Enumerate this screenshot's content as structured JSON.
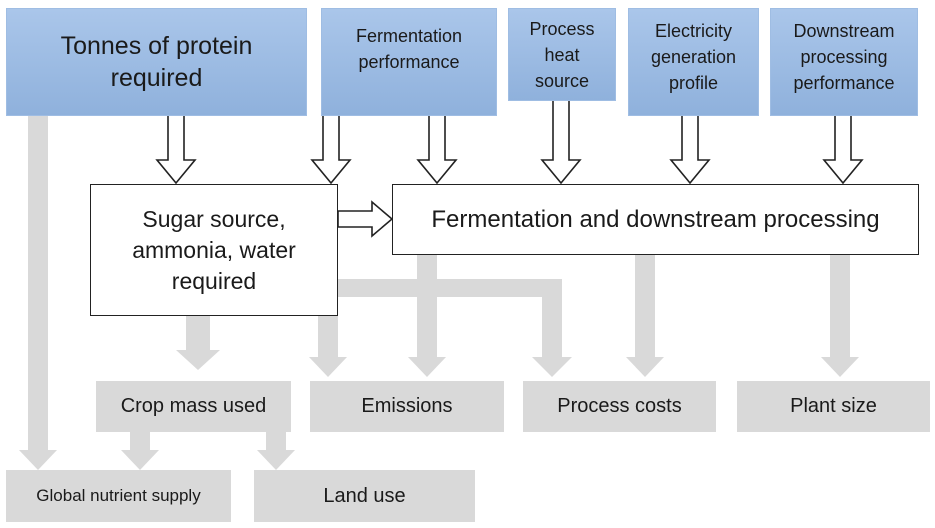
{
  "inputs": {
    "tonnes_protein": "Tonnes of protein\nrequired",
    "fermentation_performance": "Fermentation\nperformance",
    "process_heat_source": "Process\nheat\nsource",
    "electricity_generation_profile": "Electricity\ngeneration\nprofile",
    "downstream_processing_performance": "Downstream\nprocessing\nperformance"
  },
  "processes": {
    "sugar_source": "Sugar source,\nammonia, water\nrequired",
    "fermentation_downstream": "Fermentation and downstream processing"
  },
  "outputs": {
    "crop_mass_used": "Crop mass used",
    "emissions": "Emissions",
    "process_costs": "Process costs",
    "plant_size": "Plant size",
    "global_nutrient_supply": "Global nutrient supply",
    "land_use": "Land use"
  },
  "colors": {
    "input_fill": "#9dbbe3",
    "output_fill": "#d9d9d9",
    "gray_arrow": "#d9d9d9",
    "process_border": "#222222"
  }
}
